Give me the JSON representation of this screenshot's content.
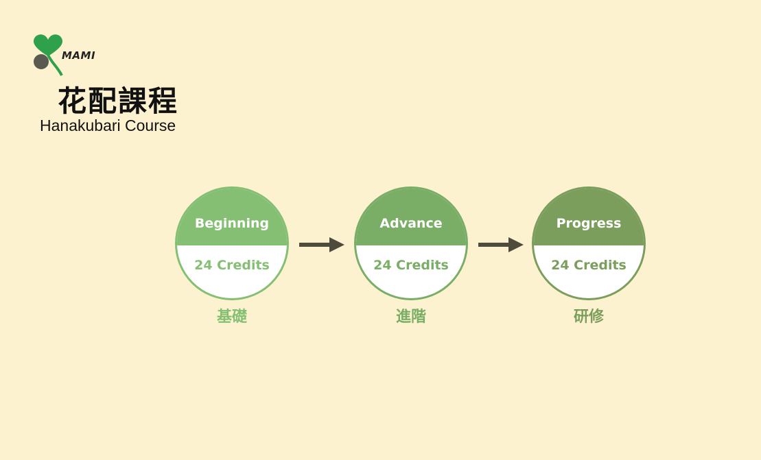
{
  "logo": {
    "text": "MAMI",
    "colors": {
      "heart": "#2fa04c",
      "dot": "#5a5a50"
    }
  },
  "title": {
    "cjk": "花配課程",
    "en": "Hanakubari Course"
  },
  "stages": [
    {
      "name": "Beginning",
      "credits": "24 Credits",
      "label": "基礎",
      "color": "#85bf73",
      "text_color": "#85bf73"
    },
    {
      "name": "Advance",
      "credits": "24 Credits",
      "label": "進階",
      "color": "#7aae66",
      "text_color": "#7aae66"
    },
    {
      "name": "Progress",
      "credits": "24 Credits",
      "label": "研修",
      "color": "#7b9e5c",
      "text_color": "#7b9e5c"
    }
  ],
  "colors": {
    "background": "#fdf2cf",
    "arrow": "#4e4a3c"
  },
  "icons": [
    "heart-logo-icon",
    "right-arrow-icon"
  ]
}
